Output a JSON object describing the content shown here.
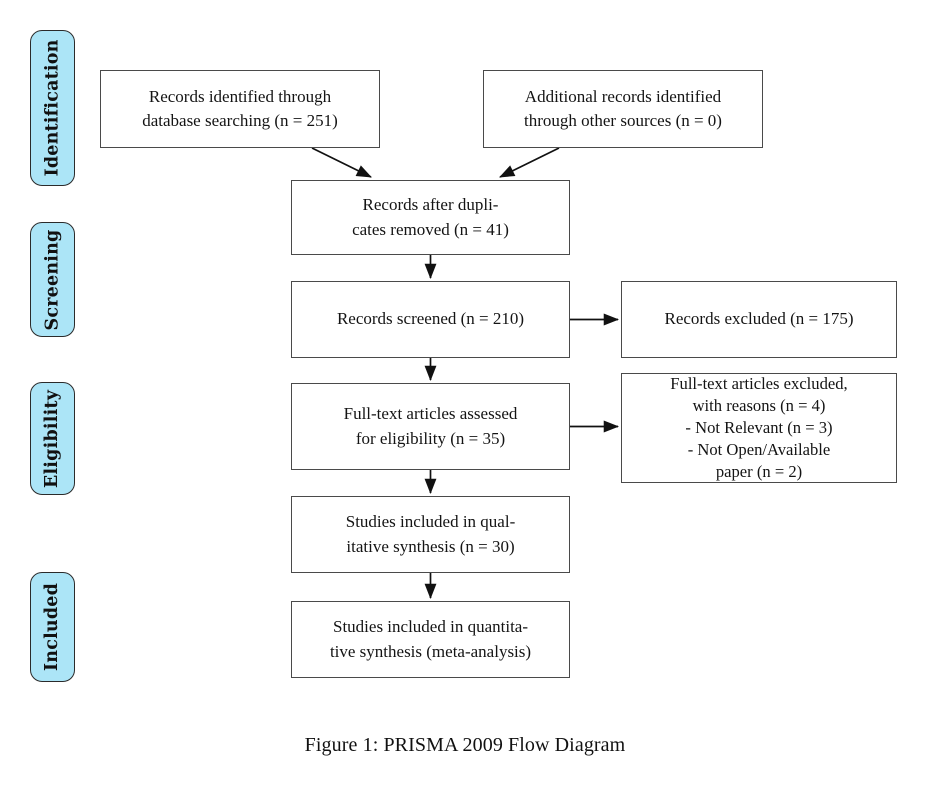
{
  "figure": {
    "caption": "Figure 1: PRISMA 2009 Flow Diagram",
    "accent_color": "#ace5f7",
    "box_border_color": "#4a4a4a",
    "text_color": "#141414"
  },
  "phases": [
    {
      "id": "identification",
      "label": "Identification"
    },
    {
      "id": "screening",
      "label": "Screening"
    },
    {
      "id": "eligibility",
      "label": "Eligibility"
    },
    {
      "id": "included",
      "label": "Included"
    }
  ],
  "boxes": {
    "records_identified": {
      "text": "Records identified through\ndatabase searching (n = 251)",
      "n": 251
    },
    "additional_records": {
      "text": "Additional records identified\nthrough other sources (n = 0)",
      "n": 0
    },
    "duplicates_removed": {
      "text": "Records after dupli-\ncates removed (n = 41)",
      "n": 41
    },
    "records_screened": {
      "text": "Records screened (n = 210)",
      "n": 210
    },
    "records_excluded": {
      "text": "Records excluded (n = 175)",
      "n": 175
    },
    "fulltext_assessed": {
      "text": "Full-text articles assessed\nfor eligibility (n = 35)",
      "n": 35
    },
    "fulltext_excluded": {
      "text": "Full-text articles excluded,\nwith reasons (n = 4)\n- Not Relevant (n = 3)\n- Not Open/Available\npaper (n = 2)",
      "n": 4
    },
    "qualitative_synthesis": {
      "text": "Studies included in qual-\nitative synthesis (n = 30)",
      "n": 30
    },
    "quantitative_synthesis": {
      "text": "Studies included in quantita-\ntive synthesis (meta-analysis)",
      "n": null
    }
  },
  "chart_data": {
    "type": "diagram",
    "title": "Figure 1: PRISMA 2009 Flow Diagram",
    "nodes": [
      {
        "id": "records_identified",
        "phase": "Identification",
        "label": "Records identified through database searching",
        "n": 251
      },
      {
        "id": "additional_records",
        "phase": "Identification",
        "label": "Additional records identified through other sources",
        "n": 0
      },
      {
        "id": "duplicates_removed",
        "phase": "Screening",
        "label": "Records after duplicates removed",
        "n": 41
      },
      {
        "id": "records_screened",
        "phase": "Screening",
        "label": "Records screened",
        "n": 210
      },
      {
        "id": "records_excluded",
        "phase": "Screening",
        "label": "Records excluded",
        "n": 175
      },
      {
        "id": "fulltext_assessed",
        "phase": "Eligibility",
        "label": "Full-text articles assessed for eligibility",
        "n": 35
      },
      {
        "id": "fulltext_excluded",
        "phase": "Eligibility",
        "label": "Full-text articles excluded, with reasons",
        "n": 4,
        "reasons": [
          {
            "label": "Not Relevant",
            "n": 3
          },
          {
            "label": "Not Open/Available paper",
            "n": 2
          }
        ]
      },
      {
        "id": "qualitative_synthesis",
        "phase": "Included",
        "label": "Studies included in qualitative synthesis",
        "n": 30
      },
      {
        "id": "quantitative_synthesis",
        "phase": "Included",
        "label": "Studies included in quantitative synthesis (meta-analysis)",
        "n": null
      }
    ],
    "edges": [
      {
        "from": "records_identified",
        "to": "duplicates_removed"
      },
      {
        "from": "additional_records",
        "to": "duplicates_removed"
      },
      {
        "from": "duplicates_removed",
        "to": "records_screened"
      },
      {
        "from": "records_screened",
        "to": "records_excluded"
      },
      {
        "from": "records_screened",
        "to": "fulltext_assessed"
      },
      {
        "from": "fulltext_assessed",
        "to": "fulltext_excluded"
      },
      {
        "from": "fulltext_assessed",
        "to": "qualitative_synthesis"
      },
      {
        "from": "qualitative_synthesis",
        "to": "quantitative_synthesis"
      }
    ]
  }
}
